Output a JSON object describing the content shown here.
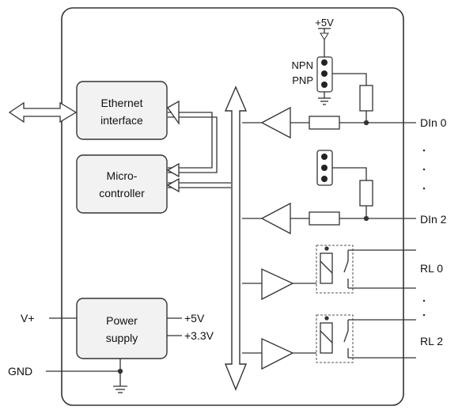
{
  "colors": {
    "line": "#333333",
    "box_fill": "#f2f2f2",
    "page_bg": "#ffffff",
    "text": "#111111"
  },
  "blocks": {
    "ethernet": {
      "line1": "Ethernet",
      "line2": "interface"
    },
    "micro": {
      "line1": "Micro-",
      "line2": "controller"
    },
    "power": {
      "line1": "Power",
      "line2": "supply"
    }
  },
  "supply": {
    "v5": "+5V",
    "v33": "+3.3V",
    "top_v5": "+5V"
  },
  "ports": {
    "vplus": "V+",
    "gnd": "GND"
  },
  "jumper": {
    "npn": "NPN",
    "pnp": "PNP"
  },
  "outputs": {
    "din0": "DIn 0",
    "din2": "DIn 2",
    "rl0": "RL 0",
    "rl2": "RL 2"
  },
  "icons": [
    "bidirectional-arrow-icon",
    "ground-icon",
    "amplifier-icon",
    "resistor-icon",
    "relay-icon",
    "jumper-icon"
  ]
}
